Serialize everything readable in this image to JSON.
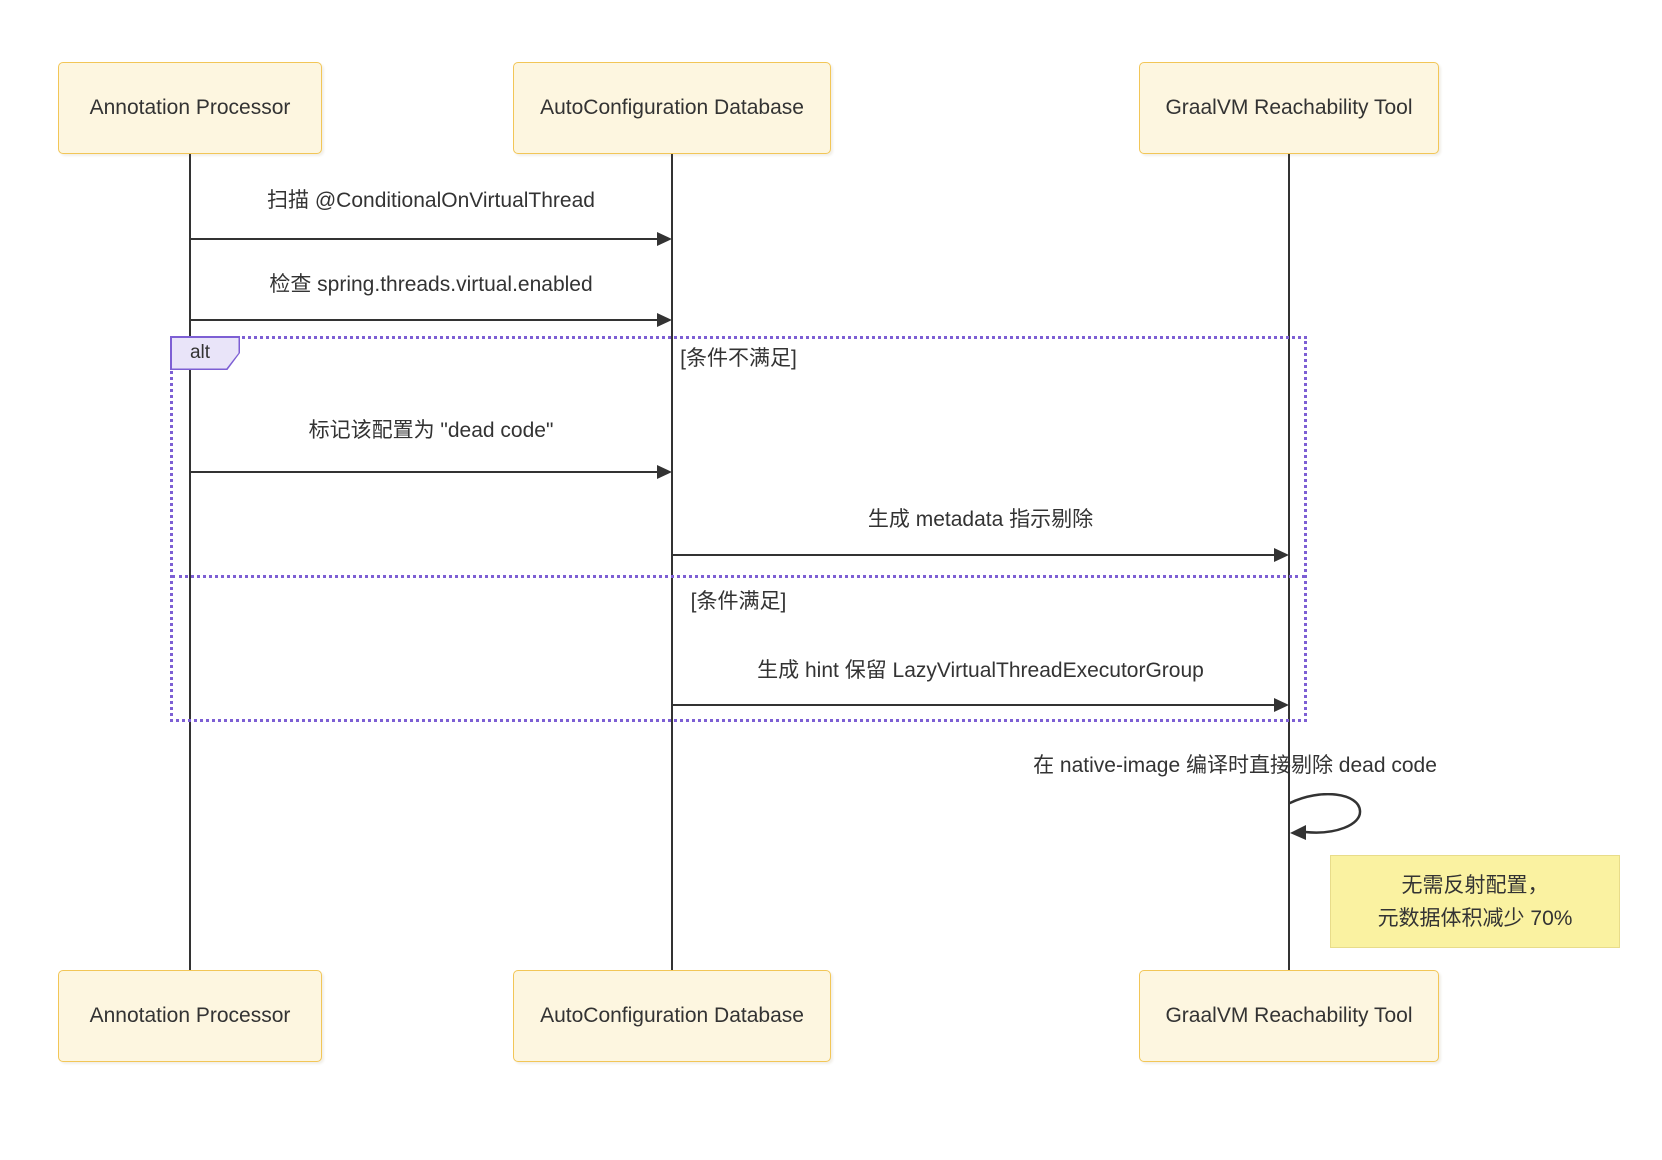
{
  "colors": {
    "actor-fill": "#fdf6e0",
    "actor-border": "#f2c657",
    "line": "#333333",
    "text": "#333333",
    "frame": "#7d5fd4",
    "alt-fill": "#e9e4f9",
    "note-fill": "#faf2a1",
    "note-border": "#e8dc8a",
    "bg": "#ffffff"
  },
  "diagram": {
    "type": "sequence",
    "actors": [
      {
        "label": "Annotation Processor"
      },
      {
        "label": "AutoConfiguration Database"
      },
      {
        "label": "GraalVM Reachability Tool"
      }
    ],
    "messages": [
      {
        "from": "Annotation Processor",
        "to": "AutoConfiguration Database",
        "label": "扫描 @ConditionalOnVirtualThread"
      },
      {
        "from": "Annotation Processor",
        "to": "AutoConfiguration Database",
        "label": "检查 spring.threads.virtual.enabled"
      },
      {
        "from": "Annotation Processor",
        "to": "AutoConfiguration Database",
        "label": "标记该配置为 \"dead code\""
      },
      {
        "from": "AutoConfiguration Database",
        "to": "GraalVM Reachability Tool",
        "label": "生成 metadata 指示剔除"
      },
      {
        "from": "AutoConfiguration Database",
        "to": "GraalVM Reachability Tool",
        "label": "生成 hint 保留 LazyVirtualThreadExecutorGroup"
      },
      {
        "from": "GraalVM Reachability Tool",
        "to": "GraalVM Reachability Tool",
        "label": "在 native-image 编译时直接剔除 dead code"
      }
    ],
    "alt": {
      "label": "alt",
      "conditions": [
        "[条件不满足]",
        "[条件满足]"
      ]
    },
    "note": {
      "position": "right of GraalVM Reachability Tool",
      "line1": "无需反射配置，",
      "line2": "元数据体积减少 70%"
    }
  }
}
